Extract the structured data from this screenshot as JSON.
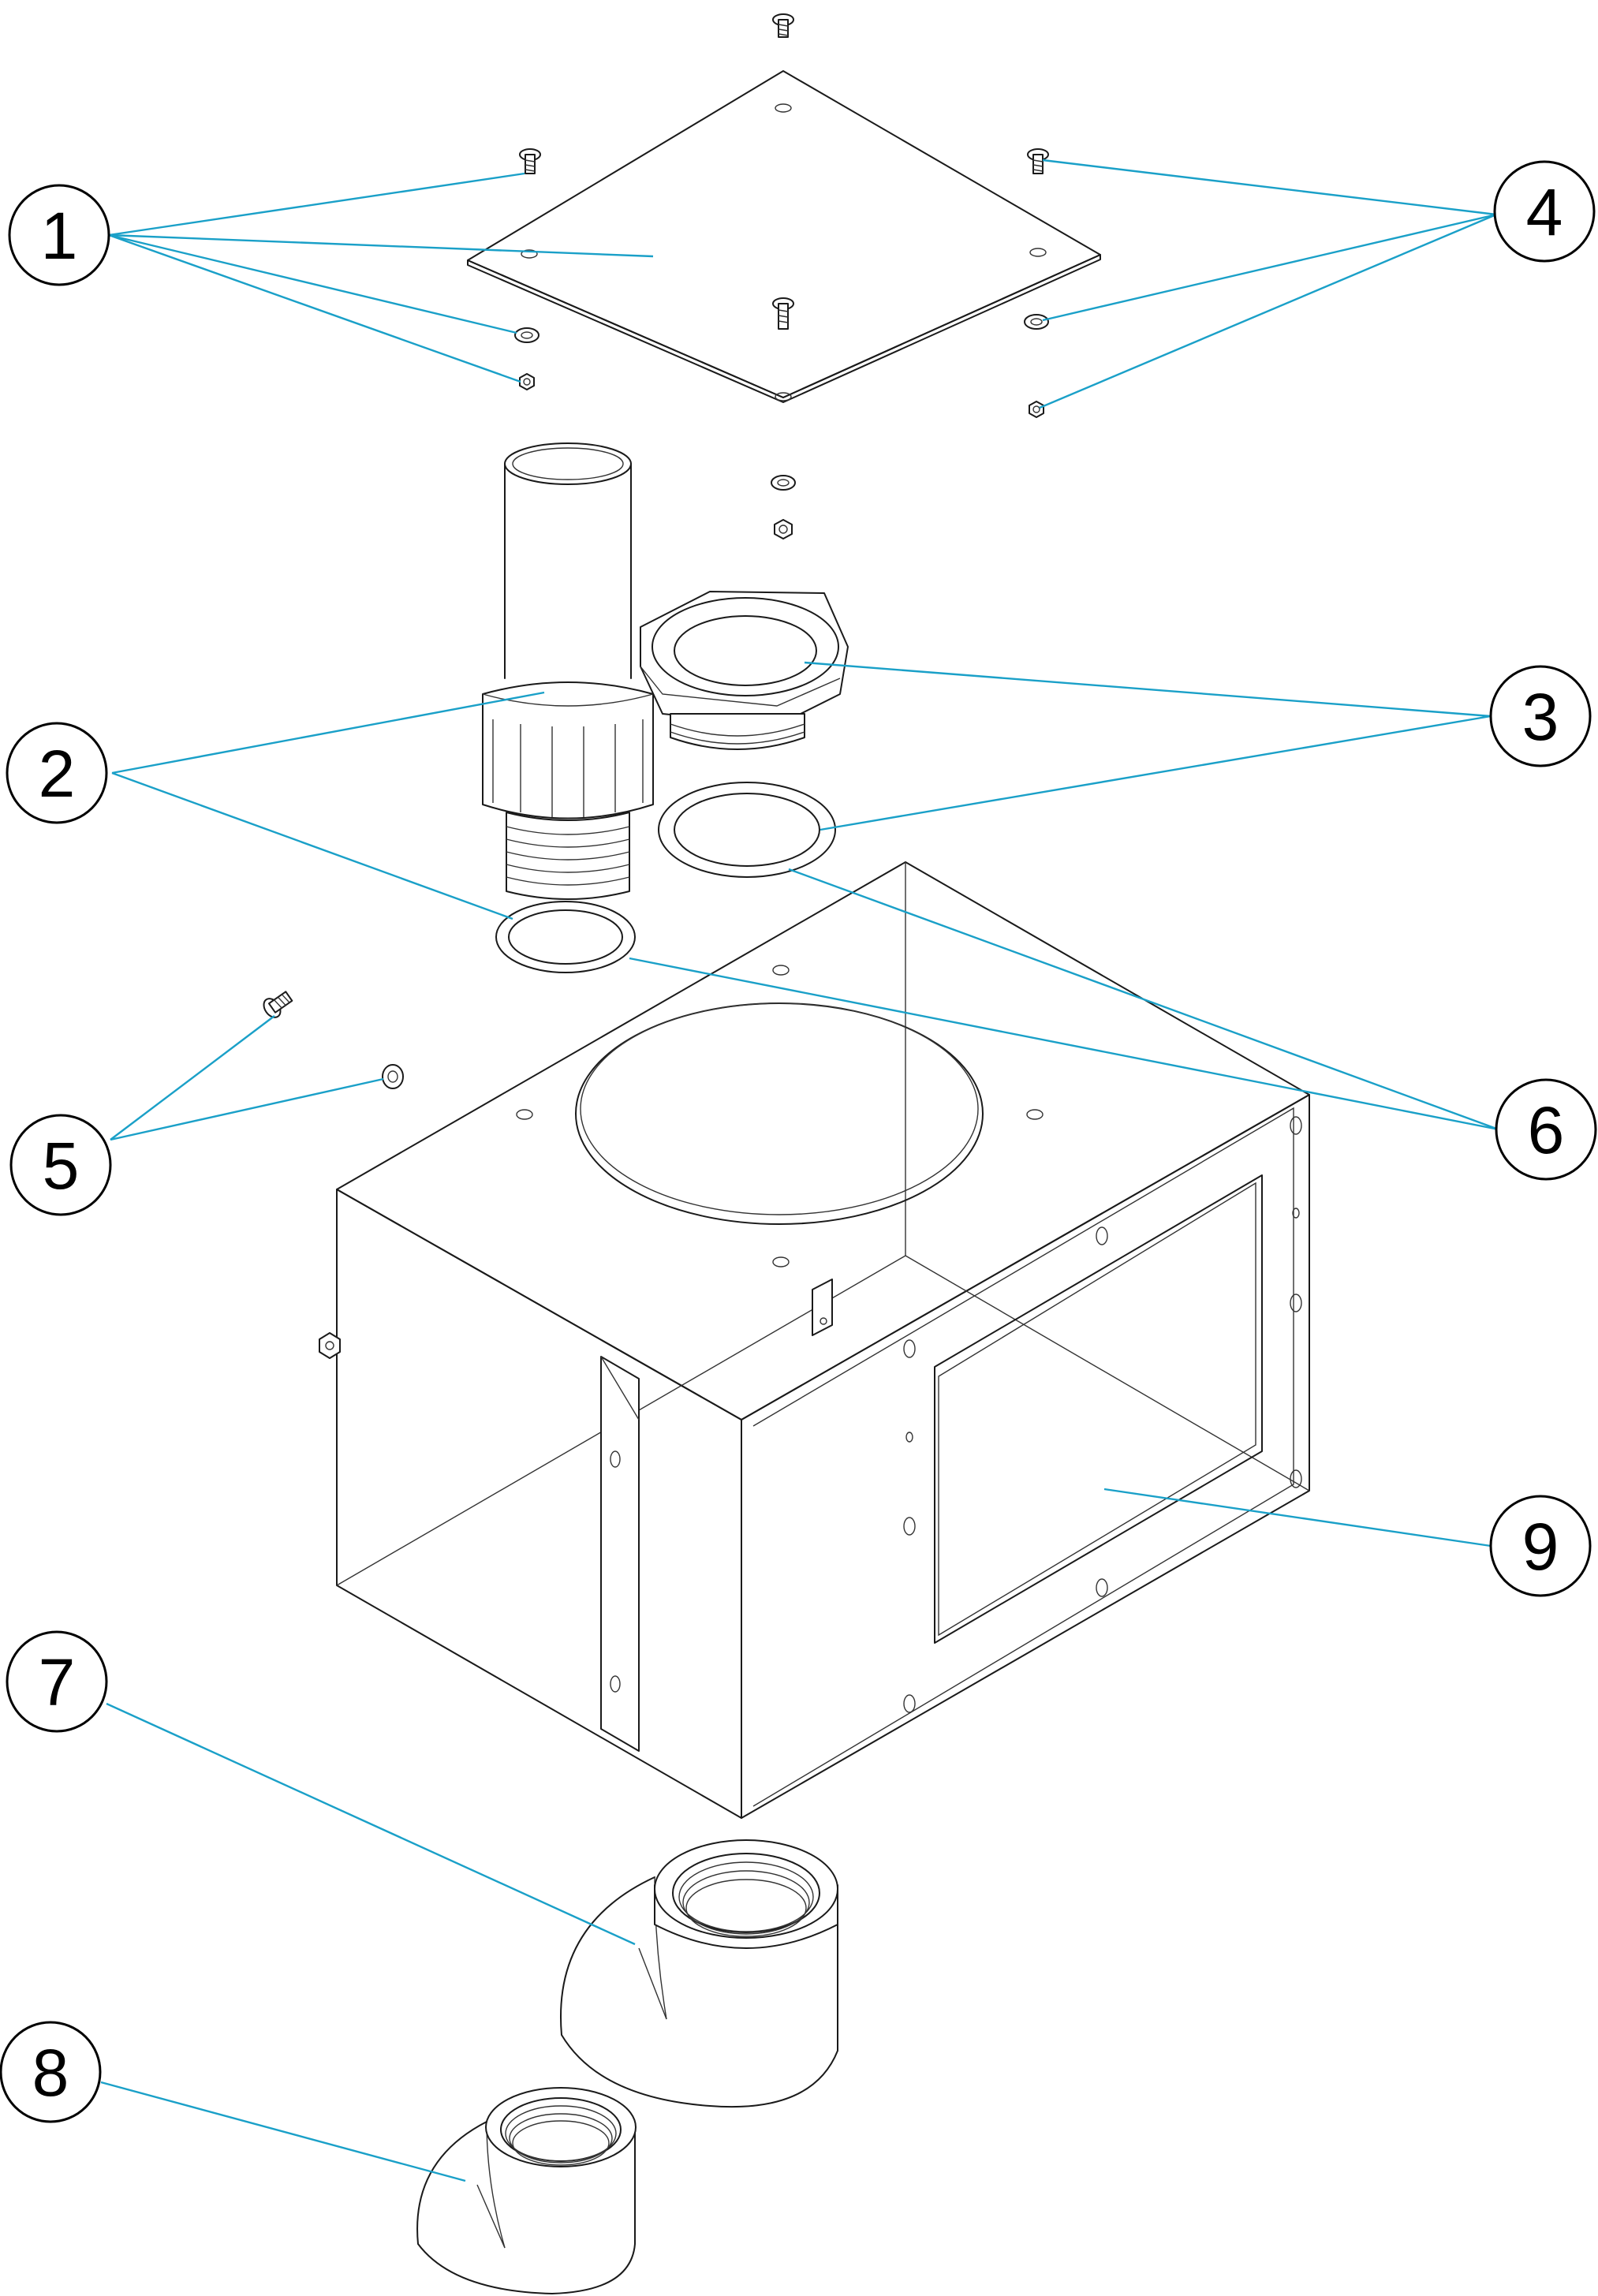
{
  "colors": {
    "leader": "#1aa0c8",
    "part_stroke": "#1a1a1a",
    "background": "#ffffff"
  },
  "callouts": [
    {
      "label": "1"
    },
    {
      "label": "2"
    },
    {
      "label": "3"
    },
    {
      "label": "4"
    },
    {
      "label": "5"
    },
    {
      "label": "6"
    },
    {
      "label": "7"
    },
    {
      "label": "8"
    },
    {
      "label": "9"
    }
  ]
}
